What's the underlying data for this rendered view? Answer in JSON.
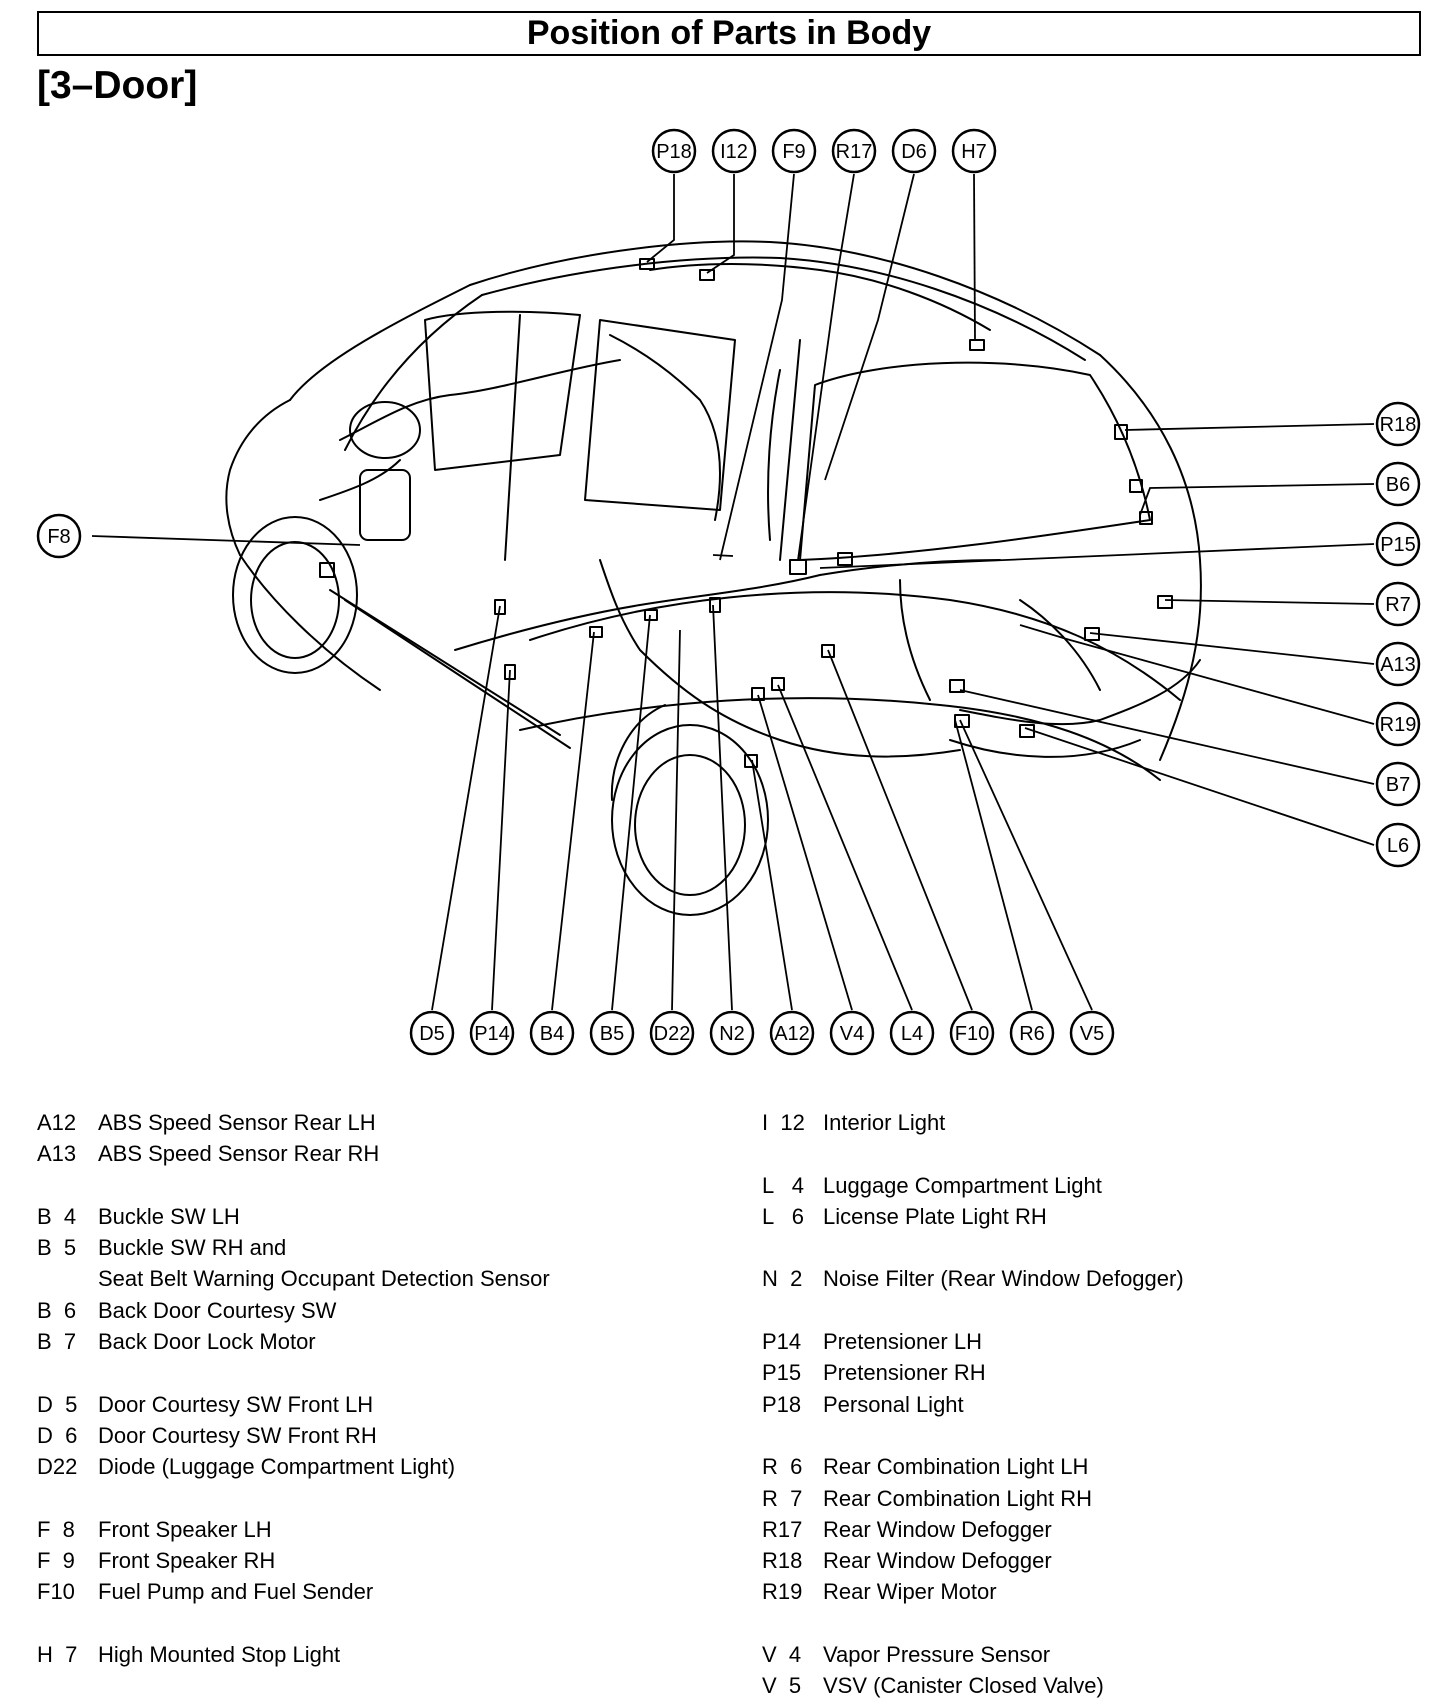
{
  "title": "Position of Parts in Body",
  "subtitle": "[3–Door]",
  "callouts": {
    "top": [
      "P18",
      "I12",
      "F9",
      "R17",
      "D6",
      "H7"
    ],
    "left": [
      "F8"
    ],
    "right": [
      "R18",
      "B6",
      "P15",
      "R7",
      "A13",
      "R19",
      "B7",
      "L6"
    ],
    "bottom": [
      "D5",
      "P14",
      "B4",
      "B5",
      "D22",
      "N2",
      "A12",
      "V4",
      "L4",
      "F10",
      "R6",
      "V5"
    ]
  },
  "legend_left": [
    {
      "code": "A12",
      "name": "ABS Speed Sensor Rear LH"
    },
    {
      "code": "A13",
      "name": "ABS Speed Sensor Rear RH"
    },
    {
      "gap": true
    },
    {
      "code": "B  4",
      "name": "Buckle SW LH"
    },
    {
      "code": "B  5",
      "name": "Buckle SW RH and"
    },
    {
      "cont": "Seat Belt Warning Occupant Detection Sensor"
    },
    {
      "code": "B  6",
      "name": "Back Door Courtesy SW"
    },
    {
      "code": "B  7",
      "name": "Back Door Lock Motor"
    },
    {
      "gap": true
    },
    {
      "code": "D  5",
      "name": "Door Courtesy SW Front LH"
    },
    {
      "code": "D  6",
      "name": "Door Courtesy SW Front RH"
    },
    {
      "code": "D22",
      "name": "Diode (Luggage Compartment Light)"
    },
    {
      "gap": true
    },
    {
      "code": "F  8",
      "name": "Front Speaker LH"
    },
    {
      "code": "F  9",
      "name": "Front Speaker RH"
    },
    {
      "code": "F10",
      "name": "Fuel Pump and Fuel Sender"
    },
    {
      "gap": true
    },
    {
      "code": "H  7",
      "name": "High Mounted Stop Light"
    }
  ],
  "legend_right": [
    {
      "code": "I  12",
      "name": "Interior Light"
    },
    {
      "gap": true
    },
    {
      "code": "L   4",
      "name": "Luggage Compartment Light"
    },
    {
      "code": "L   6",
      "name": "License Plate Light RH"
    },
    {
      "gap": true
    },
    {
      "code": "N  2",
      "name": "Noise Filter (Rear Window Defogger)"
    },
    {
      "gap": true
    },
    {
      "code": "P14",
      "name": "Pretensioner LH"
    },
    {
      "code": "P15",
      "name": "Pretensioner RH"
    },
    {
      "code": "P18",
      "name": "Personal Light"
    },
    {
      "gap": true
    },
    {
      "code": "R  6",
      "name": "Rear Combination Light LH"
    },
    {
      "code": "R  7",
      "name": "Rear Combination Light RH"
    },
    {
      "code": "R17",
      "name": "Rear Window Defogger"
    },
    {
      "code": "R18",
      "name": "Rear Window Defogger"
    },
    {
      "code": "R19",
      "name": "Rear Wiper Motor"
    },
    {
      "gap": true
    },
    {
      "code": "V  4",
      "name": "Vapor Pressure Sensor"
    },
    {
      "code": "V  5",
      "name": "VSV (Canister Closed Valve)"
    }
  ]
}
